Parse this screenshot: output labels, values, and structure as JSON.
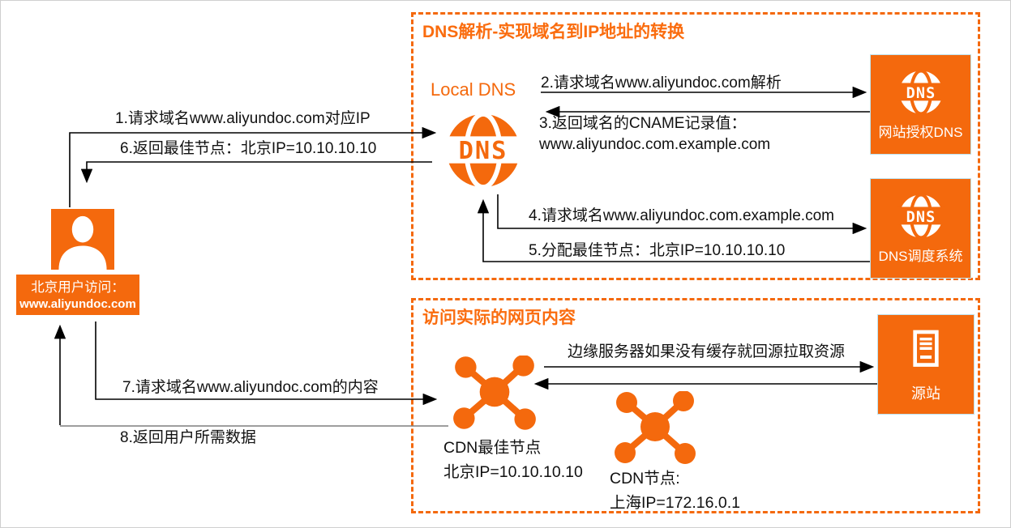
{
  "colors": {
    "accent": "#F4690D",
    "title_orange": "#FA6C0E",
    "arrow_black": "#000000",
    "arrow_gray": "#7f7f7f"
  },
  "user": {
    "label_line1": "北京用户访问：",
    "label_line2": "www.aliyundoc.com"
  },
  "dns_box": {
    "title": "DNS解析-实现域名到IP地址的转换",
    "local_dns_label": "Local DNS",
    "auth_dns_label": "网站授权DNS",
    "scheduler_label": "DNS调度系统"
  },
  "web_box": {
    "title": "访问实际的网页内容",
    "origin_label": "源站",
    "cdn_best_line1": "CDN最佳节点",
    "cdn_best_line2": "北京IP=10.10.10.10",
    "cdn_node_line1": "CDN节点:",
    "cdn_node_line2": "上海IP=172.16.0.1",
    "edge_note": "边缘服务器如果没有缓存就回源拉取资源"
  },
  "steps": {
    "s1": "1.请求域名www.aliyundoc.com对应IP",
    "s2": "2.请求域名www.aliyundoc.com解析",
    "s3a": "3.返回域名的CNAME记录值：",
    "s3b": "www.aliyundoc.com.example.com",
    "s4": "4.请求域名www.aliyundoc.com.example.com",
    "s5": "5.分配最佳节点：北京IP=10.10.10.10",
    "s6": "6.返回最佳节点：北京IP=10.10.10.10",
    "s7": "7.请求域名www.aliyundoc.com的内容",
    "s8": "8.返回用户所需数据"
  },
  "icons": {
    "dns_text": "DNS"
  }
}
